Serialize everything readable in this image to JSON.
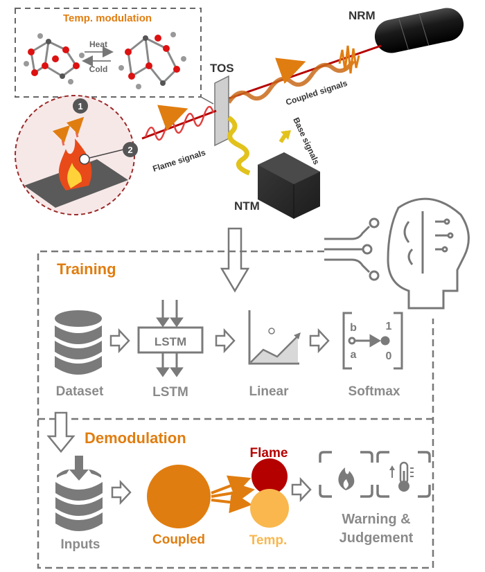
{
  "top": {
    "temp_modulation": "Temp. modulation",
    "heat": "Heat",
    "cold": "Cold",
    "nrm": "NRM",
    "tos": "TOS",
    "ntm": "NTM",
    "coupled_signals": "Coupled signals",
    "base_signals": "Base signals",
    "flame_signals": "Flame signals",
    "marker_1": "1",
    "marker_2": "2"
  },
  "training": {
    "title": "Training",
    "lstm_box": "LSTM",
    "steps": [
      "Dataset",
      "LSTM",
      "Linear",
      "Softmax"
    ],
    "softmax_b": "b",
    "softmax_a": "a",
    "softmax_1": "1",
    "softmax_0": "0"
  },
  "demodulation": {
    "title": "Demodulation",
    "inputs": "Inputs",
    "coupled": "Coupled",
    "flame": "Flame",
    "temp": "Temp.",
    "warning_line1": "Warning &",
    "warning_line2": "Judgement"
  },
  "colors": {
    "orange": "#e07d10",
    "flame_red": "#b50000",
    "temp_yellow": "#f9b74e",
    "gray": "#8a8a8a",
    "dark_gray": "#555555"
  }
}
